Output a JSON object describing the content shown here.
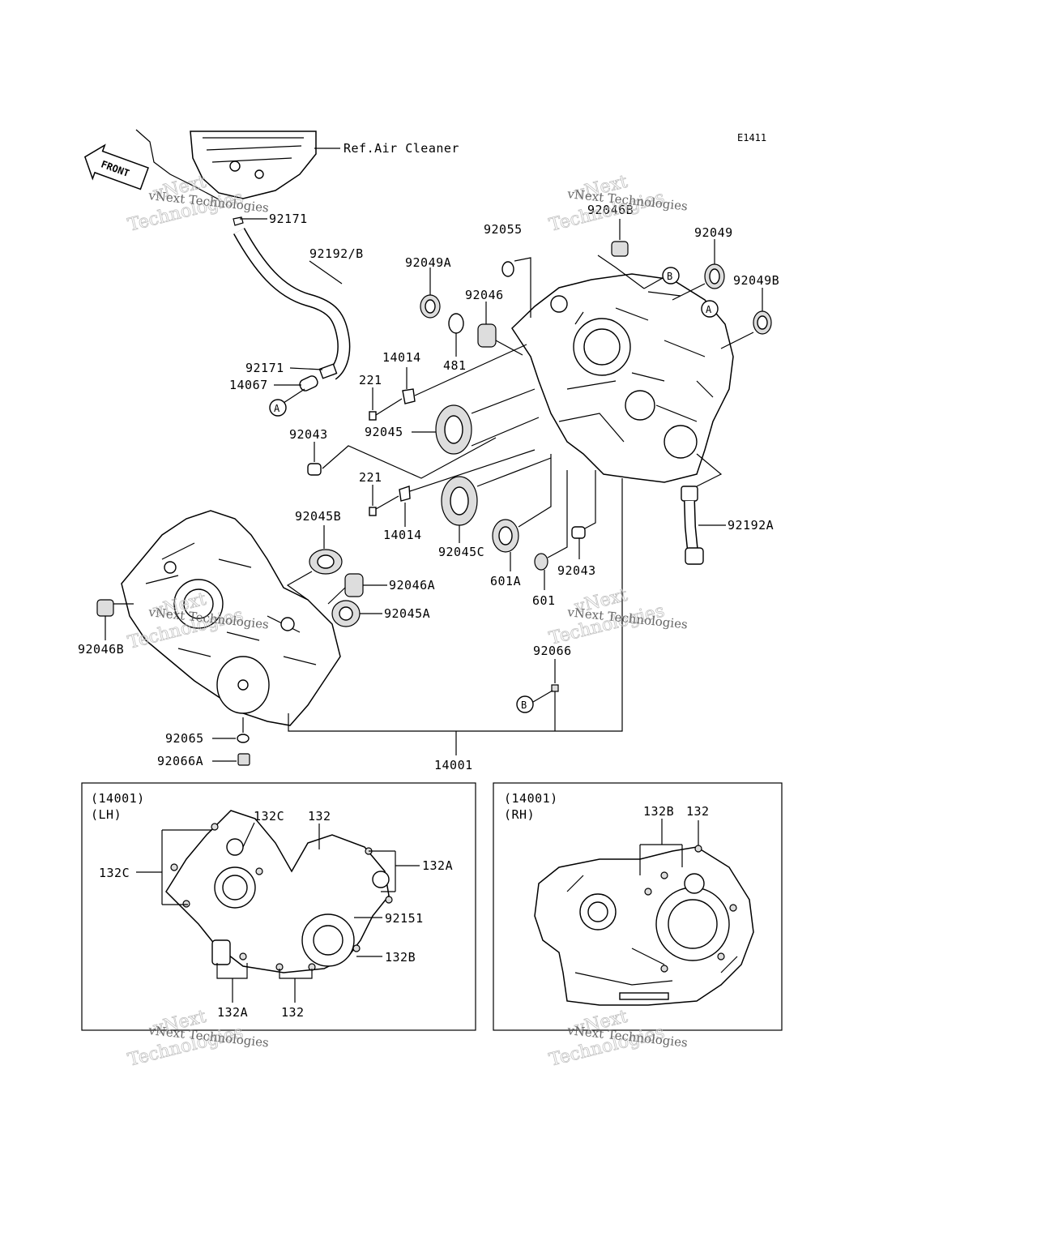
{
  "diagram_code": "E1411",
  "ref_air_cleaner": "Ref.Air Cleaner",
  "front_label": "FRONT",
  "watermark_line1": "vNext",
  "watermark_line2": "Technologies",
  "watermark_small": "vNext Technologies",
  "callouts": {
    "A": "A",
    "B": "B"
  },
  "parts": {
    "p92171_top": "92171",
    "p92192B": "92192/B",
    "p92049A": "92049A",
    "p92055": "92055",
    "p92046B_top": "92046B",
    "p92049": "92049",
    "p92049B": "92049B",
    "p92046": "92046",
    "p481": "481",
    "p14014_top": "14014",
    "p92171_mid": "92171",
    "p14067": "14067",
    "p221_top": "221",
    "p92045": "92045",
    "p92043_left": "92043",
    "p221_bot": "221",
    "p14014_bot": "14014",
    "p92045B": "92045B",
    "p92045C": "92045C",
    "p601A": "601A",
    "p601": "601",
    "p92043_right": "92043",
    "p92192A": "92192A",
    "p92046A": "92046A",
    "p92045A": "92045A",
    "p92046B_left": "92046B",
    "p92066": "92066",
    "p92065": "92065",
    "p92066A": "92066A",
    "p14001": "14001"
  },
  "lh_box": {
    "title1": "(14001)",
    "title2": "(LH)",
    "l132C_top": "132C",
    "l132_top": "132",
    "l132C_left": "132C",
    "l132A_right": "132A",
    "l92151": "92151",
    "l132B": "132B",
    "l132A_bot": "132A",
    "l132_bot": "132"
  },
  "rh_box": {
    "title1": "(14001)",
    "title2": "(RH)",
    "l132B": "132B",
    "l132": "132"
  }
}
